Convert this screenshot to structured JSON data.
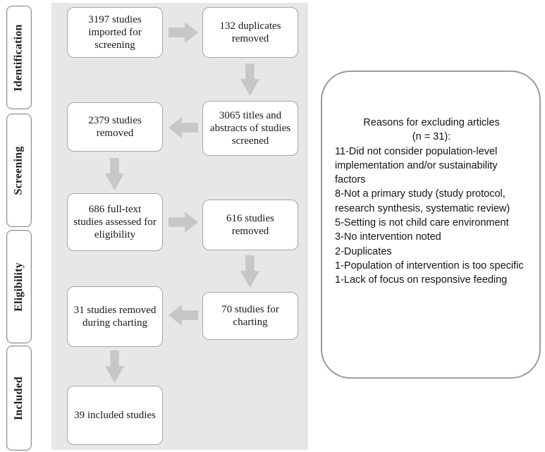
{
  "stages": [
    {
      "id": "identification",
      "label": "Identification"
    },
    {
      "id": "screening",
      "label": "Screening"
    },
    {
      "id": "eligibility",
      "label": "Eligibility"
    },
    {
      "id": "included",
      "label": "Included"
    }
  ],
  "flow": {
    "imported": "3197 studies imported for screening",
    "duplicates_removed": "132 duplicates removed",
    "titles_abstracts_screened": "3065 titles and abstracts of studies screened",
    "studies_removed_screening": "2379 studies removed",
    "fulltext_assessed": "686 full-text studies assessed for eligibility",
    "studies_removed_fulltext": "616 studies removed",
    "studies_for_charting": "70 studies for charting",
    "removed_during_charting": "31 studies removed during charting",
    "included_studies": "39 included studies"
  },
  "exclusion_panel": {
    "heading_line1": "Reasons for excluding articles",
    "heading_line2": "(n = 31):",
    "reasons": [
      "11-Did not consider population-level implementation and/or sustainability factors",
      "8-Not a primary study (study protocol, research synthesis, systematic review)",
      "5-Setting is not child care environment",
      "3-No intervention noted",
      "2-Duplicates",
      "1-Population of intervention is too specific",
      "1-Lack of focus on responsive feeding"
    ]
  },
  "colors": {
    "flow_background": "#e7e7e7",
    "box_border": "#a6a6a6",
    "arrow": "#c7c7c7"
  }
}
